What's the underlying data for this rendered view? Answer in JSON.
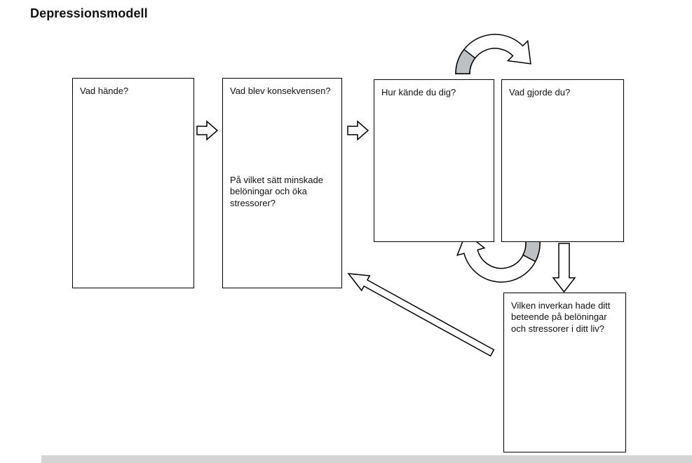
{
  "title": "Depressionsmodell",
  "boxes": {
    "what_happened": {
      "label": "Vad hände?"
    },
    "consequence": {
      "label": "Vad blev konsekvensen?",
      "question": "På vilket sätt minskade belöningar och öka stressorer?"
    },
    "feelings": {
      "label": "Hur kände du dig?"
    },
    "action": {
      "label": "Vad gjorde du?"
    },
    "impact": {
      "label": "Vilken inverkan hade ditt beteende på belöningar och stressorer i ditt liv?"
    }
  },
  "arrows": {
    "flow_1_to_2": "right-block-arrow",
    "flow_2_to_3": "right-block-arrow",
    "cycle_top": "curved-arrow-feelings-to-action",
    "cycle_bottom": "curved-arrow-action-to-feelings",
    "action_to_impact": "down-block-arrow",
    "impact_to_consequence": "diagonal-block-arrow"
  },
  "colors": {
    "background": "#ffffff",
    "box_border": "#000000",
    "box_fill": "#ffffff",
    "arrow_outline": "#000000",
    "arrow_fill": "#ffffff",
    "arrow_accent_gray": "#bdc1c3",
    "bottom_bar": "#d4d4d4"
  }
}
